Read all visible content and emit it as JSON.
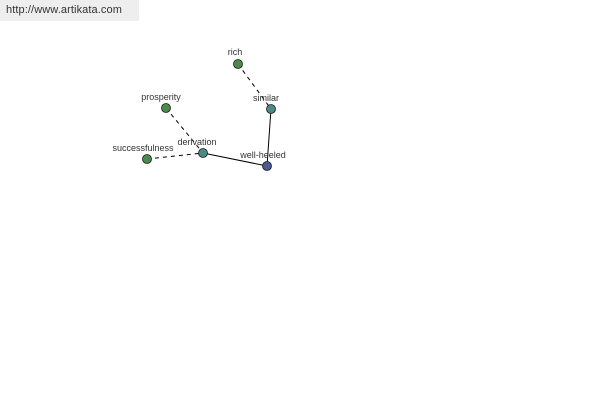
{
  "site": {
    "url": "http://www.artikata.com"
  },
  "colors": {
    "background": "#ffffff",
    "banner_bg": "#eeeeee",
    "edge": "#000000",
    "node_green": "#4c8a4c",
    "node_teal": "#4a8a84",
    "node_blue": "#4a5a92",
    "label": "#333333"
  },
  "graph": {
    "nodes": [
      {
        "id": "rich",
        "label": "rich",
        "color": "node_green"
      },
      {
        "id": "similar",
        "label": "similar",
        "color": "node_teal"
      },
      {
        "id": "prosperity",
        "label": "prosperity",
        "color": "node_green"
      },
      {
        "id": "derivation",
        "label": "derivation",
        "color": "node_teal"
      },
      {
        "id": "successfulness",
        "label": "successfulness",
        "color": "node_green"
      },
      {
        "id": "well-heeled",
        "label": "well-heeled",
        "color": "node_blue"
      }
    ],
    "edges": [
      {
        "from": "rich",
        "to": "similar",
        "style": "dashed"
      },
      {
        "from": "similar",
        "to": "well-heeled",
        "style": "solid"
      },
      {
        "from": "prosperity",
        "to": "derivation",
        "style": "dashed"
      },
      {
        "from": "successfulness",
        "to": "derivation",
        "style": "dashed"
      },
      {
        "from": "derivation",
        "to": "well-heeled",
        "style": "solid"
      }
    ]
  }
}
